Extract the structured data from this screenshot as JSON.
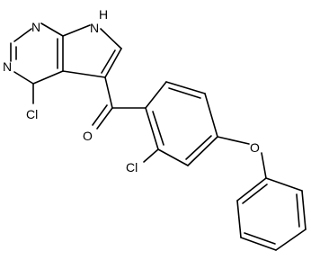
{
  "structure": {
    "atom_labels": {
      "n_top": "N",
      "nh_label": "H",
      "nh_n": "N",
      "n_left": "N",
      "cl_pyrimidine": "Cl",
      "o_carbonyl": "O",
      "o_ether": "O",
      "cl_phenyl": "Cl"
    }
  }
}
